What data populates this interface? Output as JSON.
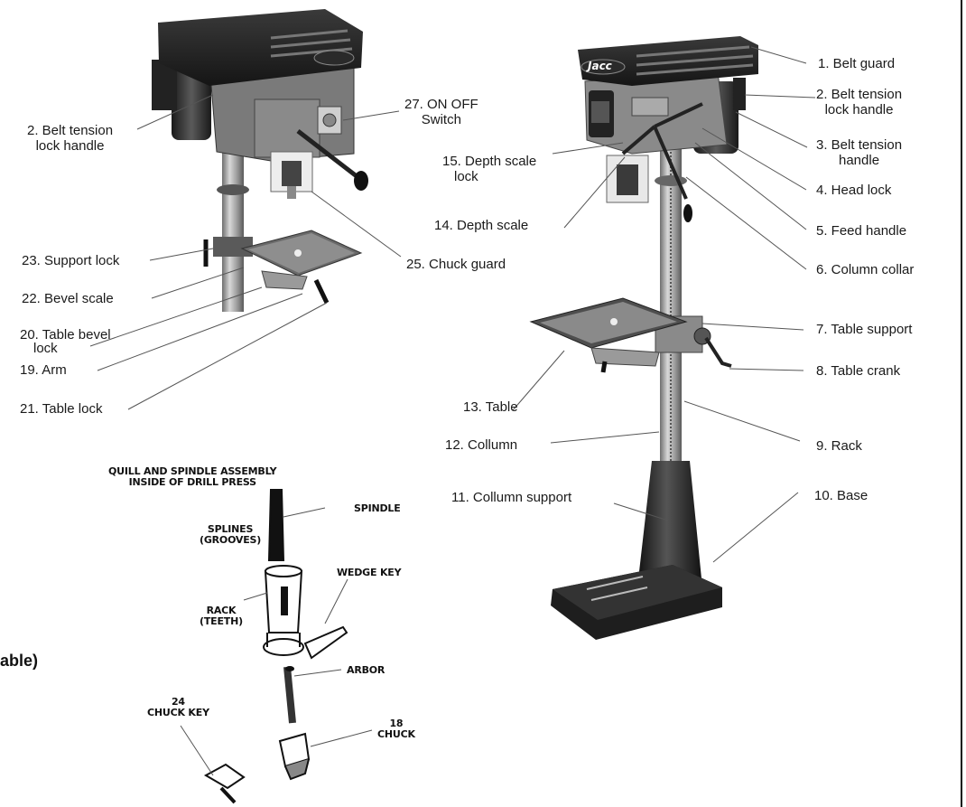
{
  "labels": {
    "belt_guard": "1. Belt guard",
    "belt_tension_lock_handle_right": [
      "2. Belt tension",
      "lock handle"
    ],
    "belt_tension_handle": [
      "3. Belt tension",
      "handle"
    ],
    "head_lock": "4. Head lock",
    "feed_handle": "5. Feed handle",
    "column_collar": "6. Column collar",
    "table_support": "7. Table support",
    "table_crank": "8. Table crank",
    "rack": "9. Rack",
    "base": "10. Base",
    "column_support": "11. Collumn support",
    "column": "12. Collumn",
    "table": "13. Table",
    "depth_scale": "14. Depth scale",
    "depth_scale_lock": [
      "15. Depth scale",
      "lock"
    ],
    "belt_tension_lock_handle_left": [
      "2. Belt tension",
      "lock handle"
    ],
    "on_off_switch": [
      "27. ON OFF",
      "Switch"
    ],
    "chuck_guard": "25. Chuck guard",
    "support_lock": "23. Support lock",
    "bevel_scale": "22. Bevel scale",
    "table_bevel_lock": [
      "20. Table bevel",
      "lock"
    ],
    "arm": "19. Arm",
    "table_lock": "21. Table lock"
  },
  "quill": {
    "title": [
      "QUILL AND SPINDLE ASSEMBLY",
      "INSIDE OF DRILL PRESS"
    ],
    "spindle": "SPINDLE",
    "splines": [
      "SPLINES",
      "(GROOVES)"
    ],
    "wedge_key": "WEDGE KEY",
    "rack": [
      "RACK",
      "(TEETH)"
    ],
    "arbor": "ARBOR",
    "chuck_key": [
      "24",
      "CHUCK KEY"
    ],
    "chuck": [
      "18",
      "CHUCK"
    ]
  },
  "side_text": "able)",
  "logo_text": "Jacc",
  "colors": {
    "ink": "#1a1a1a",
    "metal": "#9a9a9a",
    "dark": "#232323",
    "leader": "#555555"
  }
}
